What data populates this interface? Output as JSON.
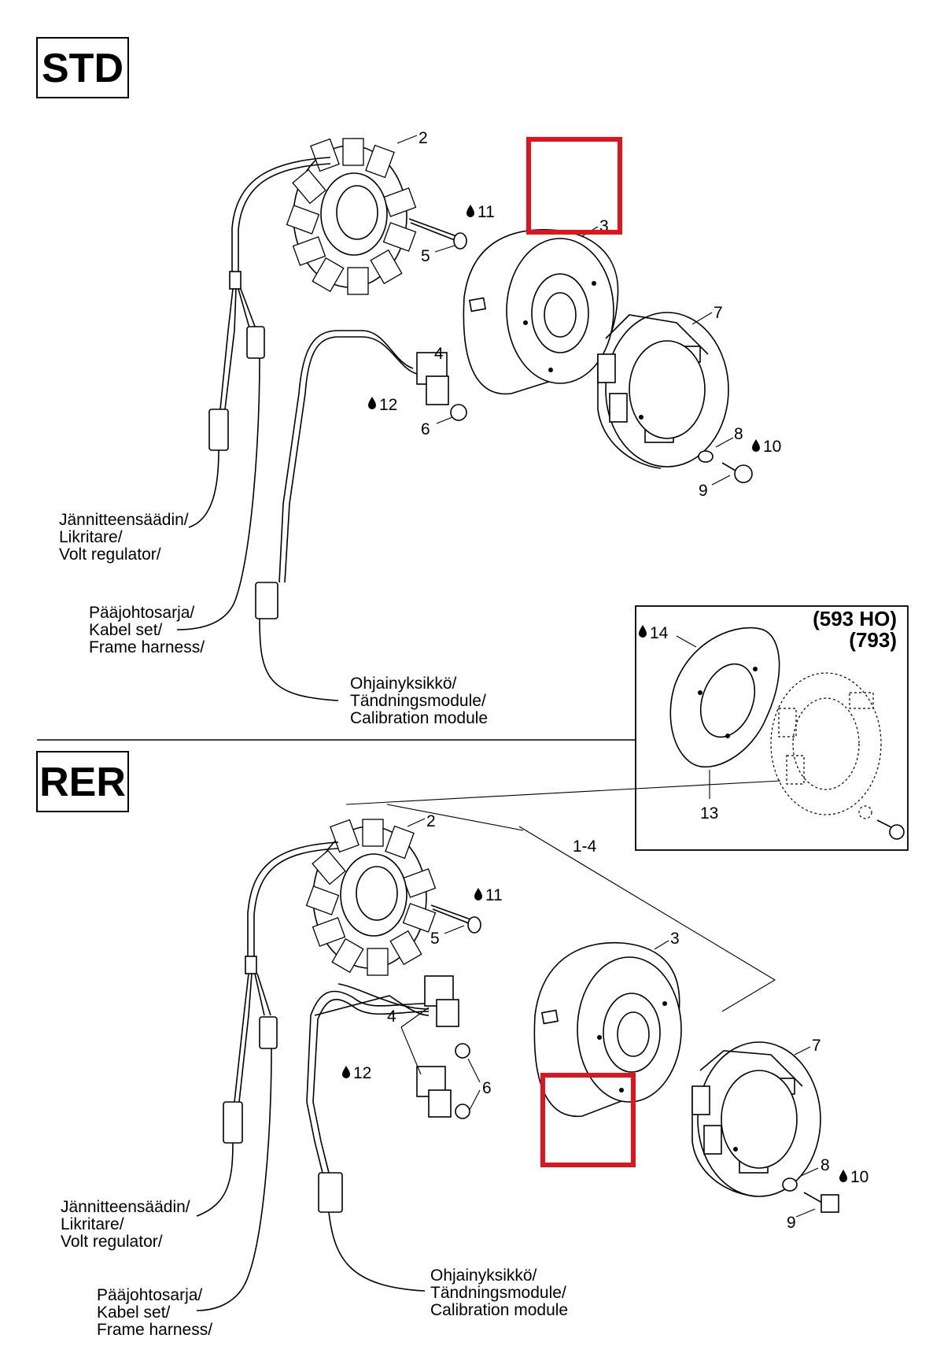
{
  "sections": {
    "std": {
      "title": "STD"
    },
    "rer": {
      "title": "RER"
    }
  },
  "inset": {
    "variant_line1": "(593 HO)",
    "variant_line2": "(793)"
  },
  "callouts": {
    "n1_4": "1-4",
    "n2": "2",
    "n3": "3",
    "n4": "4",
    "n5": "5",
    "n6": "6",
    "n7": "7",
    "n8": "8",
    "n9": "9",
    "n10": "10",
    "n11": "11",
    "n12": "12",
    "n13": "13",
    "n14": "14"
  },
  "connections": {
    "volt_regulator": [
      "Jännitteensäädin/",
      "Likritare/",
      "Volt regulator/"
    ],
    "frame_harness": [
      "Pääjohtosarja/",
      "Kabel set/",
      "Frame harness/"
    ],
    "calibration_module": [
      "Ohjainyksikkö/",
      "Tändningsmodule/",
      "Calibration module"
    ]
  },
  "colors": {
    "highlight": "#e0141e",
    "line": "#000000"
  },
  "icons": {
    "threadlocker": "drop-icon"
  }
}
